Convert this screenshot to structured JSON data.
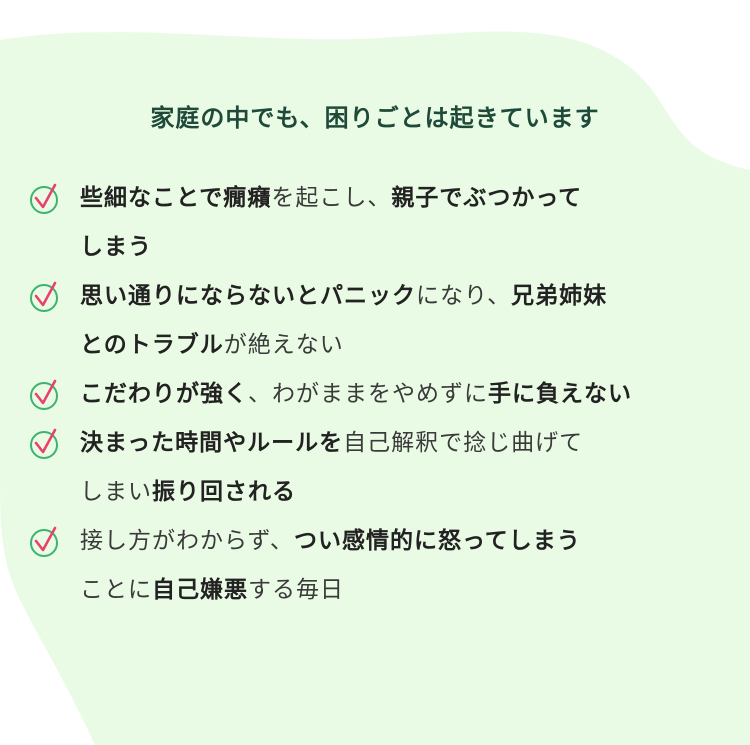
{
  "title": "家庭の中でも、困りごとは起きています",
  "colors": {
    "background": "#ffffff",
    "blob": "#eafbe5",
    "title": "#1f4a3a",
    "check_circle": "#3cb46e",
    "check_mark": "#e8426a"
  },
  "items": [
    {
      "icon": "check-circle-icon",
      "lines": [
        [
          {
            "text": "些細なことで癇癪",
            "bold": true
          },
          {
            "text": "を起こし、",
            "bold": false
          },
          {
            "text": "親子でぶつかって",
            "bold": true
          }
        ],
        [
          {
            "text": "しまう",
            "bold": true
          }
        ]
      ]
    },
    {
      "icon": "check-circle-icon",
      "lines": [
        [
          {
            "text": "思い通りにならないとパニック",
            "bold": true
          },
          {
            "text": "になり、",
            "bold": false
          },
          {
            "text": "兄弟姉妹",
            "bold": true
          }
        ],
        [
          {
            "text": "とのトラブル",
            "bold": true
          },
          {
            "text": "が絶えない",
            "bold": false
          }
        ]
      ]
    },
    {
      "icon": "check-circle-icon",
      "lines": [
        [
          {
            "text": "こだわりが強く",
            "bold": true
          },
          {
            "text": "、わがままをやめずに",
            "bold": false
          },
          {
            "text": "手に負えない",
            "bold": true
          }
        ]
      ]
    },
    {
      "icon": "check-circle-icon",
      "lines": [
        [
          {
            "text": "決まった時間やルールを",
            "bold": true
          },
          {
            "text": "自己解釈で捻じ曲げて",
            "bold": false
          }
        ],
        [
          {
            "text": "しまい",
            "bold": false
          },
          {
            "text": "振り回される",
            "bold": true
          }
        ]
      ]
    },
    {
      "icon": "check-circle-icon",
      "lines": [
        [
          {
            "text": "接し方がわからず、",
            "bold": false
          },
          {
            "text": "つい感情的に怒ってしまう",
            "bold": true
          }
        ],
        [
          {
            "text": "ことに",
            "bold": false
          },
          {
            "text": "自己嫌悪",
            "bold": true
          },
          {
            "text": "する毎日",
            "bold": false
          }
        ]
      ]
    }
  ]
}
